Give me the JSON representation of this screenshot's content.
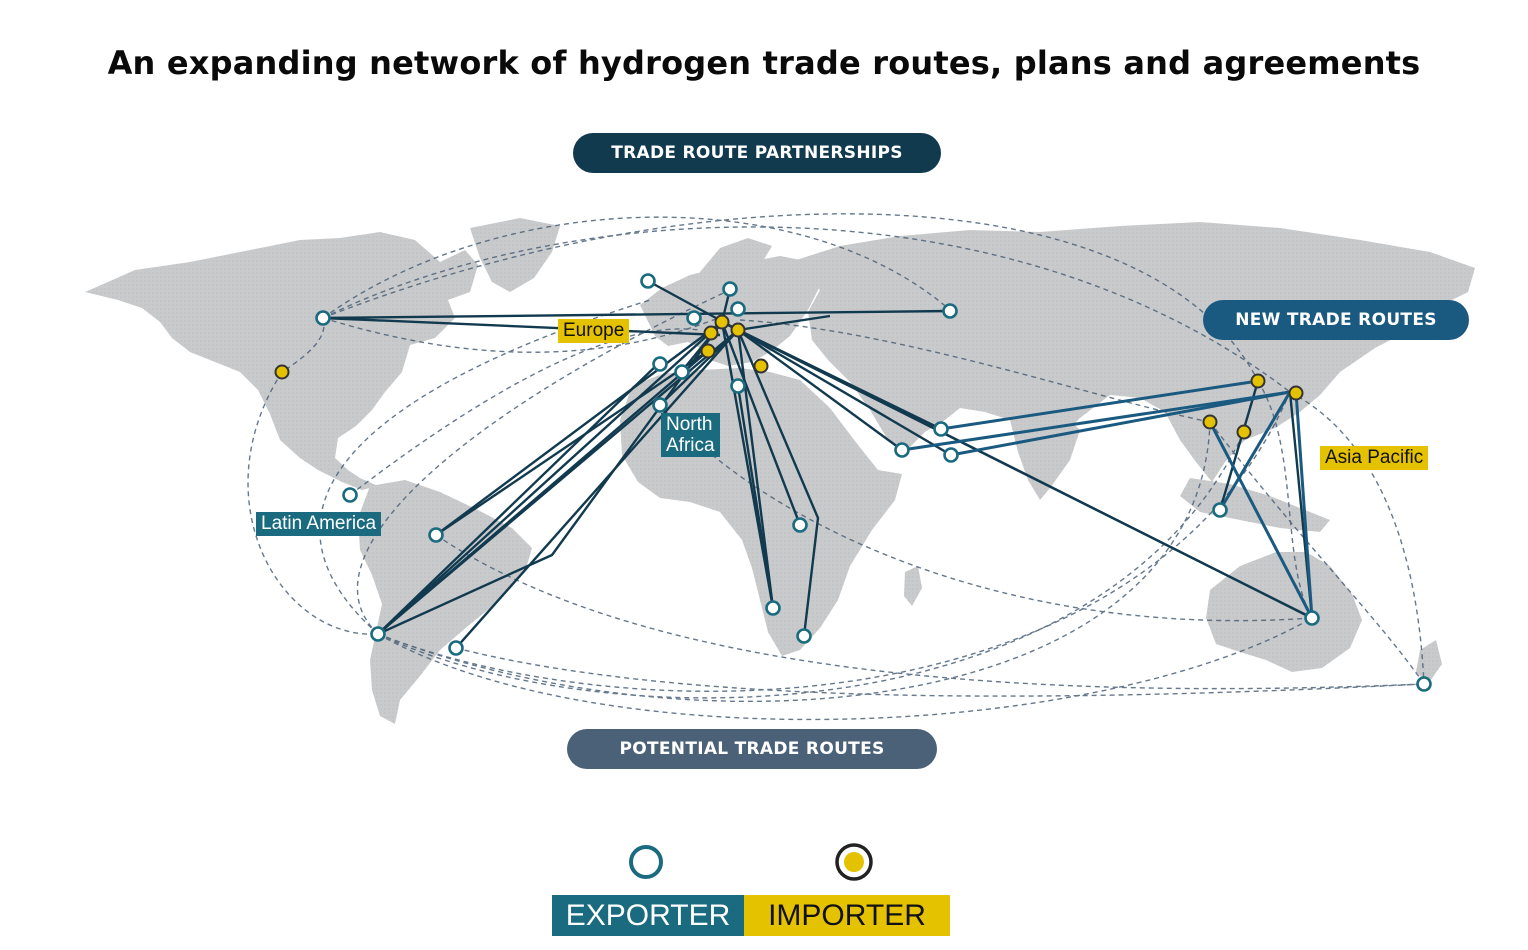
{
  "title": "An expanding network of hydrogen trade routes, plans and agreements",
  "badges": {
    "partnerships": "TRADE ROUTE PARTNERSHIPS",
    "new_routes": "NEW TRADE ROUTES",
    "potential": "POTENTIAL TRADE ROUTES"
  },
  "regions": {
    "europe": "Europe",
    "north_africa_1": "North",
    "north_africa_2": "Africa",
    "latin_america": "Latin America",
    "asia_pacific": "Asia Pacific"
  },
  "legend": {
    "exporter": "EXPORTER",
    "importer": "IMPORTER"
  },
  "colors": {
    "exporter": "#1a6b80",
    "importer": "#e4c200",
    "partnership_line": "#123a4f",
    "new_route_line": "#1b5a80",
    "potential_line": "#4b6178",
    "land": "#c8c9cb"
  }
}
